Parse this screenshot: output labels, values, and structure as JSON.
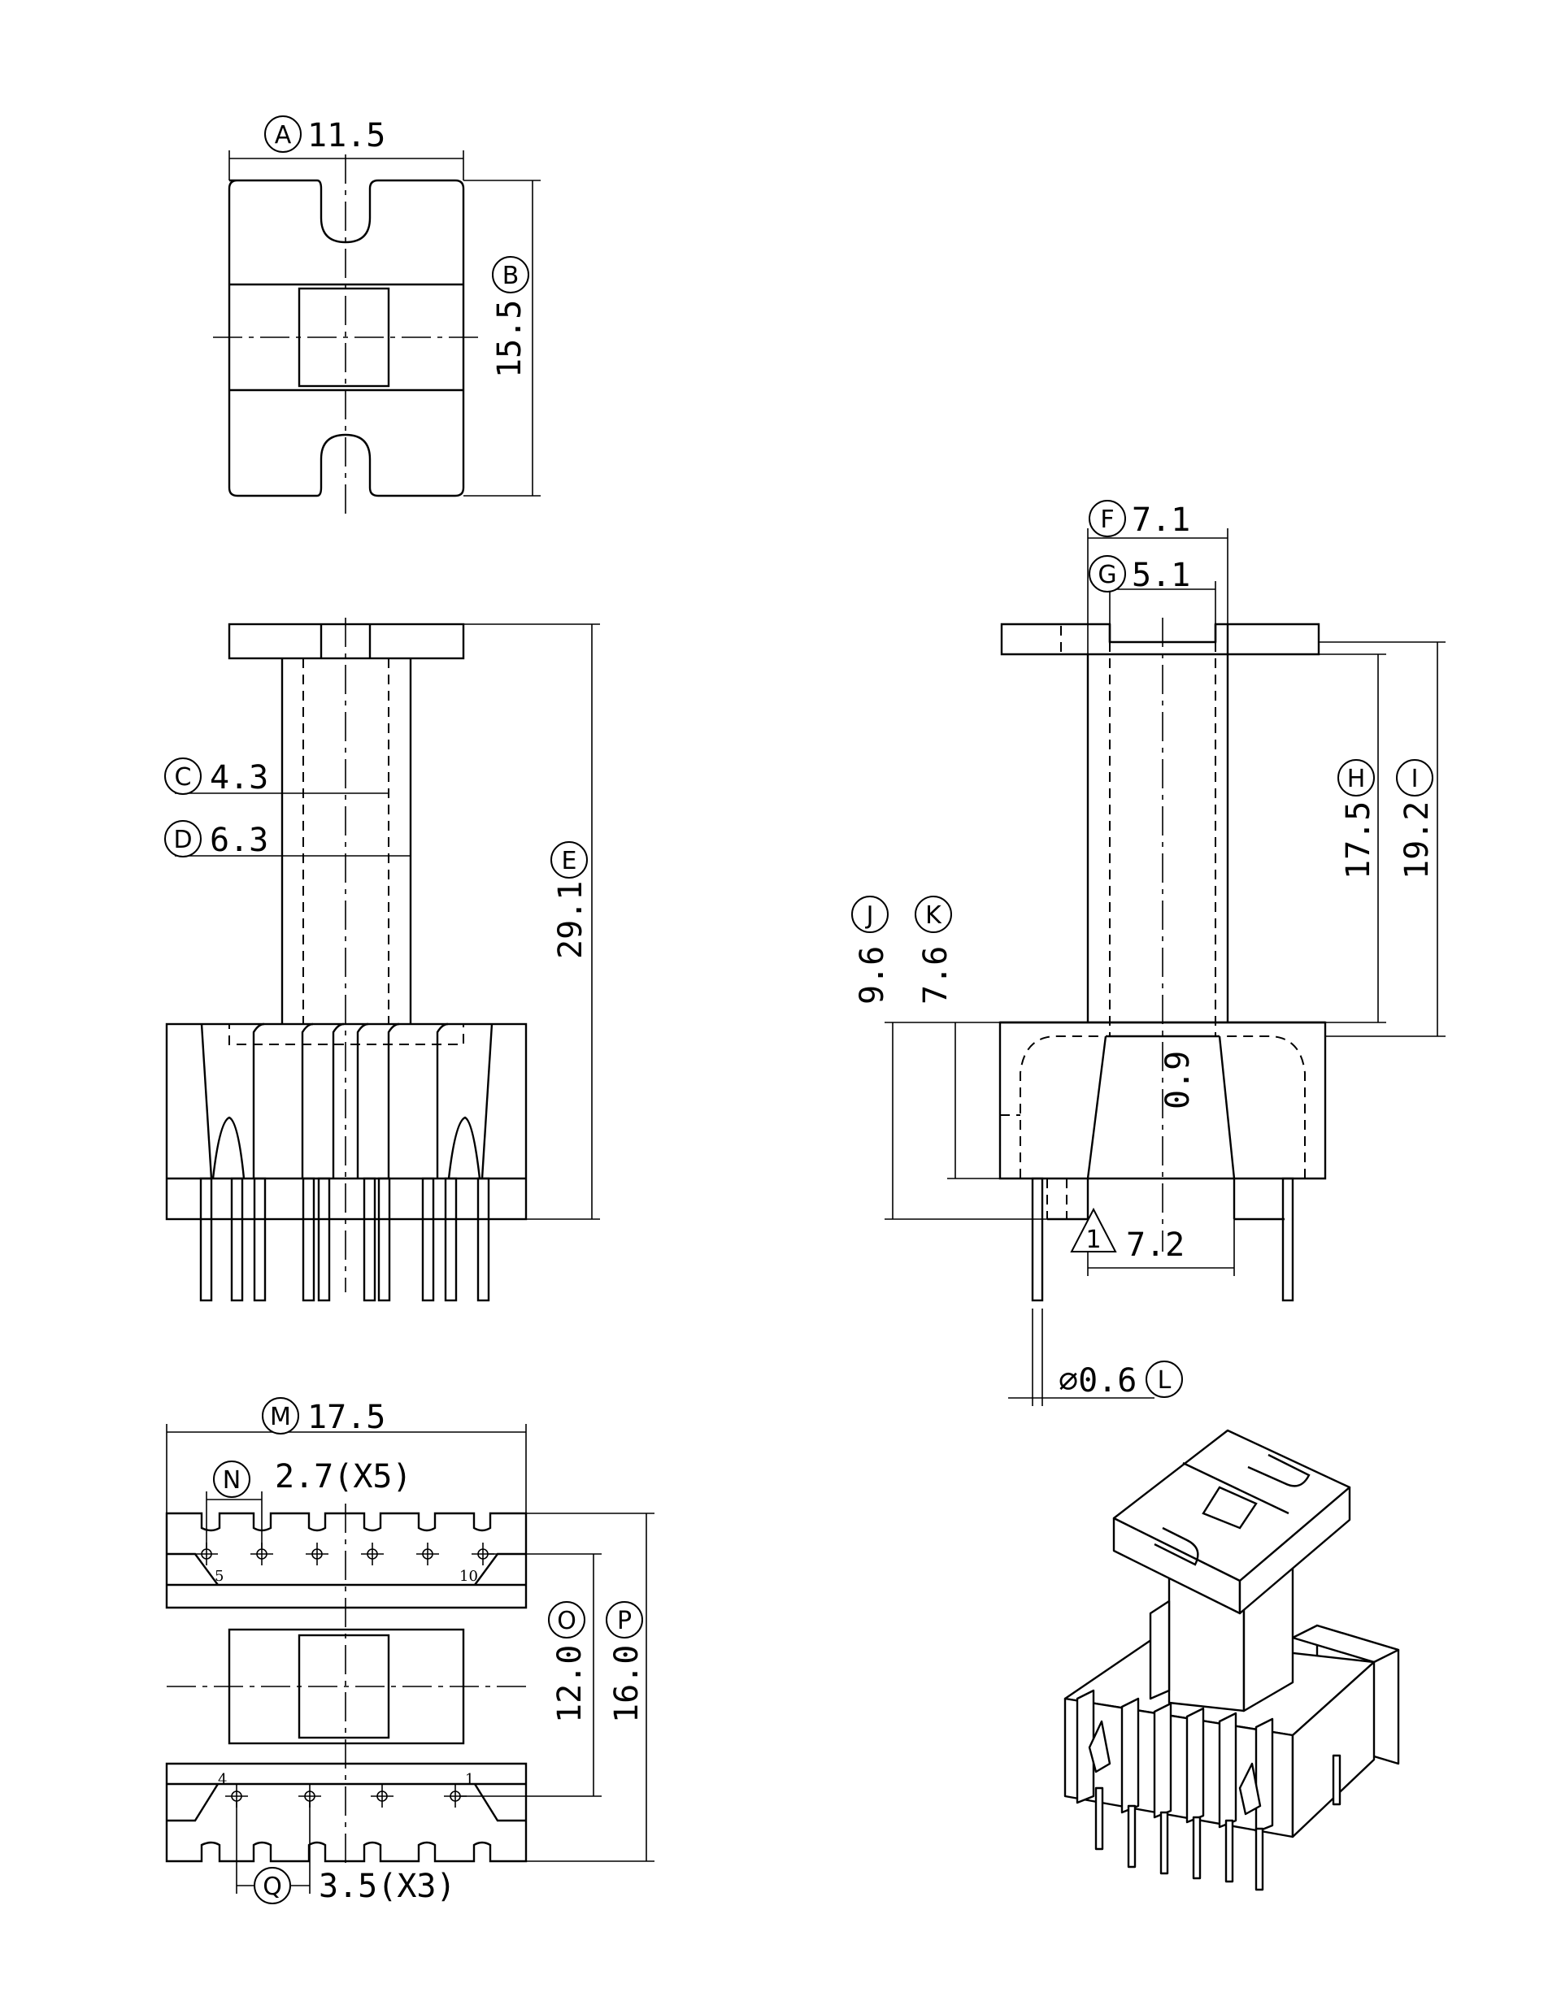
{
  "dimensions": {
    "A": {
      "letter": "A",
      "value": "11.5"
    },
    "B": {
      "letter": "B",
      "value": "15.5"
    },
    "C": {
      "letter": "C",
      "value": "4.3"
    },
    "D": {
      "letter": "D",
      "value": "6.3"
    },
    "E": {
      "letter": "E",
      "value": "29.1"
    },
    "F": {
      "letter": "F",
      "value": "7.1"
    },
    "G": {
      "letter": "G",
      "value": "5.1"
    },
    "H": {
      "letter": "H",
      "value": "17.5"
    },
    "I": {
      "letter": "I",
      "value": "19.2"
    },
    "J": {
      "letter": "J",
      "value": "9.6"
    },
    "K": {
      "letter": "K",
      "value": "7.6"
    },
    "gap": {
      "value": "0.9"
    },
    "ref1": {
      "letter": "1",
      "value": "7.2"
    },
    "L": {
      "letter": "L",
      "value": "⌀0.6"
    },
    "M": {
      "letter": "M",
      "value": "17.5"
    },
    "N": {
      "letter": "N",
      "value": "2.7(X5)"
    },
    "O": {
      "letter": "O",
      "value": "12.0"
    },
    "P": {
      "letter": "P",
      "value": "16.0"
    },
    "Q": {
      "letter": "Q",
      "value": "3.5(X3)"
    }
  },
  "pins": {
    "p5": "5",
    "p10": "10",
    "p4": "4",
    "p1": "1"
  }
}
